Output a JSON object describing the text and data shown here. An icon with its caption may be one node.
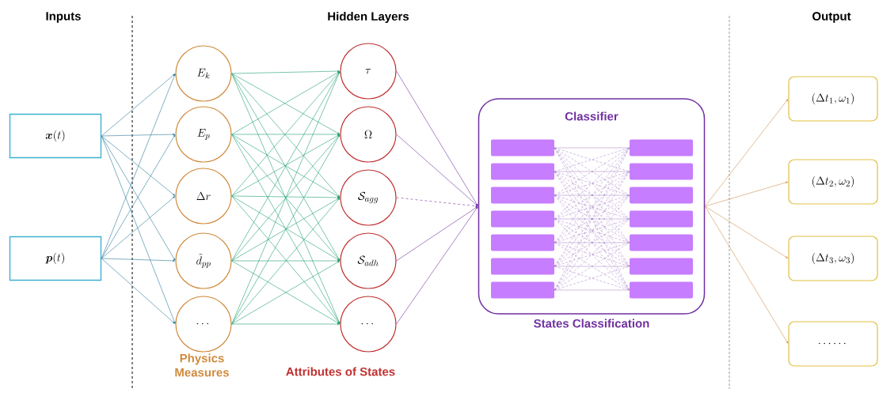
{
  "diagram": {
    "nodes": [
      {
        "text": [
          "\\boldsymbol{x}(t)"
        ]
      },
      {
        "text": [
          "\\boldsymbol{p}(t)"
        ]
      },
      {
        "text": [
          "E_k"
        ]
      },
      {
        "text": [
          "E_p"
        ]
      },
      {
        "text": [
          "\\Delta r"
        ]
      },
      {
        "text": [
          "\\tilde{d}_{pp}"
        ]
      },
      {
        "text": [
          "\\cdots"
        ]
      },
      {
        "text": [
          "\\tau"
        ]
      },
      {
        "text": [
          "\\Omega"
        ]
      },
      {
        "text": [
          "\\mathcal{S}_{agg}"
        ]
      },
      {
        "text": [
          "\\mathcal{S}_{adh}"
        ]
      },
      {
        "text": [
          "\\cdots"
        ]
      },
      {
        "text": [
          "Classifier",
          "States Classification"
        ]
      },
      {
        "text": [],
        "shape": "bar",
        "in": 12
      },
      {
        "text": [],
        "shape": "bar",
        "in": 12
      },
      {
        "text": [],
        "shape": "bar",
        "in": 12
      },
      {
        "text": [],
        "shape": "bar",
        "in": 12
      },
      {
        "text": [],
        "shape": "bar",
        "in": 12
      },
      {
        "text": [],
        "shape": "bar",
        "in": 12
      },
      {
        "text": [],
        "shape": "bar",
        "in": 12
      },
      {
        "text": [],
        "shape": "bar",
        "in": 12
      },
      {
        "text": [],
        "shape": "bar",
        "in": 12
      },
      {
        "text": [],
        "shape": "bar",
        "in": 12
      },
      {
        "text": [],
        "shape": "bar",
        "in": 12
      },
      {
        "text": [],
        "shape": "bar",
        "in": 12
      },
      {
        "text": [],
        "shape": "bar",
        "in": 12
      },
      {
        "text": [],
        "shape": "bar",
        "in": 12
      },
      {
        "text": [
          "(\\Delta t_1, \\omega_1)"
        ]
      },
      {
        "text": [
          "(\\Delta t_2, \\omega_2)"
        ]
      },
      {
        "text": [
          "(\\Delta t_3, \\omega_3)"
        ]
      },
      {
        "text": [
          "\\cdots\\cdots"
        ]
      }
    ],
    "edges": [
      {
        "from": 0,
        "to": 2,
        "arrow": "to",
        "color": "#2b7b9b"
      },
      {
        "from": 0,
        "to": 3,
        "arrow": "to",
        "color": "#2b7b9b"
      },
      {
        "from": 0,
        "to": 4,
        "arrow": "to",
        "color": "#2b7b9b"
      },
      {
        "from": 0,
        "to": 5,
        "arrow": "to",
        "color": "#2b7b9b"
      },
      {
        "from": 0,
        "to": 6,
        "arrow": "to",
        "color": "#2b7b9b"
      },
      {
        "from": 1,
        "to": 2,
        "arrow": "to",
        "color": "#2b7b9b"
      },
      {
        "from": 1,
        "to": 3,
        "arrow": "to",
        "color": "#2b7b9b"
      },
      {
        "from": 1,
        "to": 4,
        "arrow": "to",
        "color": "#2b7b9b"
      },
      {
        "from": 1,
        "to": 5,
        "arrow": "to",
        "color": "#2b7b9b"
      },
      {
        "from": 1,
        "to": 6,
        "arrow": "to",
        "color": "#2b7b9b"
      },
      {
        "from": 2,
        "to": 7,
        "arrow": "to",
        "color": "#20a070"
      },
      {
        "from": 2,
        "to": 8,
        "arrow": "to",
        "color": "#20a070"
      },
      {
        "from": 2,
        "to": 9,
        "arrow": "to",
        "color": "#20a070"
      },
      {
        "from": 2,
        "to": 10,
        "arrow": "to",
        "color": "#20a070"
      },
      {
        "from": 2,
        "to": 11,
        "arrow": "to",
        "color": "#20a070"
      },
      {
        "from": 3,
        "to": 7,
        "arrow": "to",
        "color": "#20a070"
      },
      {
        "from": 3,
        "to": 8,
        "arrow": "to",
        "color": "#20a070"
      },
      {
        "from": 3,
        "to": 9,
        "arrow": "to",
        "color": "#20a070"
      },
      {
        "from": 3,
        "to": 10,
        "arrow": "to",
        "color": "#20a070"
      },
      {
        "from": 3,
        "to": 11,
        "arrow": "to",
        "color": "#20a070"
      },
      {
        "from": 4,
        "to": 7,
        "arrow": "to",
        "color": "#20a070"
      },
      {
        "from": 4,
        "to": 8,
        "arrow": "to",
        "color": "#20a070"
      },
      {
        "from": 4,
        "to": 9,
        "arrow": "to",
        "color": "#20a070"
      },
      {
        "from": 4,
        "to": 10,
        "arrow": "to",
        "color": "#20a070"
      },
      {
        "from": 4,
        "to": 11,
        "arrow": "to",
        "color": "#20a070"
      },
      {
        "from": 5,
        "to": 7,
        "arrow": "to",
        "color": "#20a070"
      },
      {
        "from": 5,
        "to": 8,
        "arrow": "to",
        "color": "#20a070"
      },
      {
        "from": 5,
        "to": 9,
        "arrow": "to",
        "color": "#20a070"
      },
      {
        "from": 5,
        "to": 10,
        "arrow": "to",
        "color": "#20a070"
      },
      {
        "from": 5,
        "to": 11,
        "arrow": "to",
        "color": "#20a070"
      },
      {
        "from": 6,
        "to": 7,
        "arrow": "to",
        "color": "#20a070"
      },
      {
        "from": 6,
        "to": 8,
        "arrow": "to",
        "color": "#20a070"
      },
      {
        "from": 6,
        "to": 9,
        "arrow": "to",
        "color": "#20a070"
      },
      {
        "from": 6,
        "to": 10,
        "arrow": "to",
        "color": "#20a070"
      },
      {
        "from": 6,
        "to": 11,
        "arrow": "to",
        "color": "#20a070"
      },
      {
        "from": 7,
        "to": 12,
        "arrow": "to",
        "color": "#7030a0"
      },
      {
        "from": 8,
        "to": 12,
        "arrow": "to",
        "color": "#7030a0"
      },
      {
        "from": 9,
        "to": 12,
        "arrow": "to",
        "style": "dashed",
        "color": "#7030a0"
      },
      {
        "from": 10,
        "to": 12,
        "arrow": "to",
        "color": "#7030a0"
      },
      {
        "from": 11,
        "to": 12,
        "arrow": "to",
        "color": "#7030a0"
      },
      {
        "from": 12,
        "to": 27,
        "arrow": "to",
        "color": "#d09050"
      },
      {
        "from": 12,
        "to": 28,
        "arrow": "to",
        "color": "#d09050"
      },
      {
        "from": 12,
        "to": 29,
        "arrow": "to",
        "color": "#d09050"
      },
      {
        "from": 12,
        "to": 30,
        "arrow": "to",
        "color": "#d09050"
      }
    ],
    "labels": [
      "Inputs",
      "Hidden Layers",
      "Output",
      "Physics Measures",
      "Attributes of States"
    ]
  }
}
